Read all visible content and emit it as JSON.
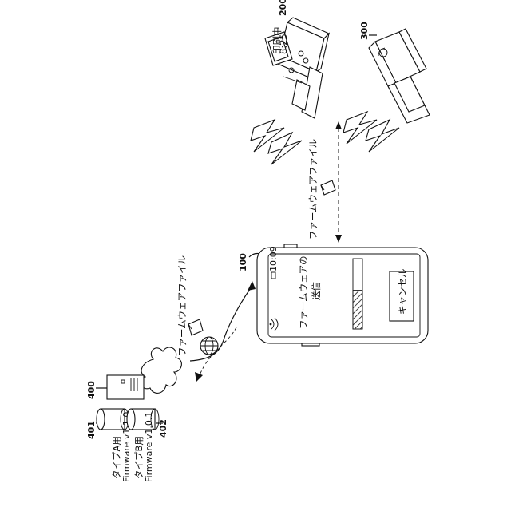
{
  "refs": {
    "printer_a": "200",
    "printer_b": "300",
    "phone": "100",
    "server": "400",
    "db_a": "401",
    "db_b": "402"
  },
  "labels": {
    "firmware_file_right": "ファームウェアファイル",
    "firmware_file_left": "ファームウェアファイル",
    "db_a_type": "タイプA用",
    "db_a_version": "Firmware v1.1.0",
    "db_b_type": "タイプB用",
    "db_b_version": "Firmware v1.0.1"
  },
  "phone_screen": {
    "time": "10:09",
    "title_line1": "ファームウェアの",
    "title_line2": "送信",
    "cancel_button": "キャンセル",
    "progress": 0.55
  },
  "printer_a_display": {
    "line1": "印刷中",
    "line2": "8:25"
  },
  "icons": [
    "lightning-icon",
    "document-icon",
    "globe-icon",
    "cloud-icon",
    "wifi-icon",
    "battery-icon"
  ]
}
